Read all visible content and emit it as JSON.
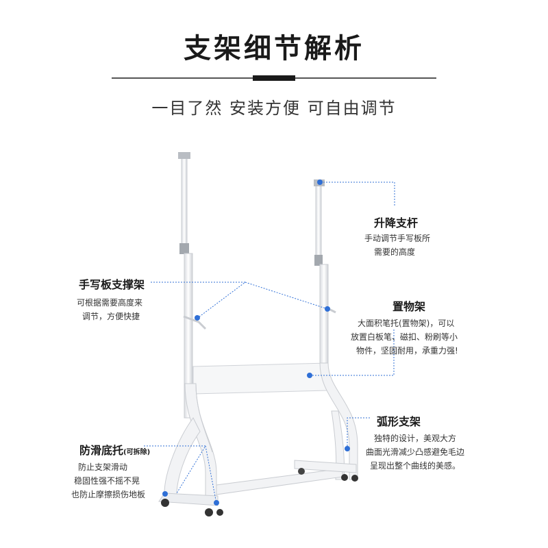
{
  "header": {
    "title": "支架细节解析",
    "subtitle": "一目了然 安装方便 可自由调节"
  },
  "callouts": {
    "lift_pole": {
      "title": "升降支杆",
      "desc_lines": [
        "手动调节手写板所",
        "需要的高度"
      ]
    },
    "board_support": {
      "title": "手写板支撑架",
      "desc_lines": [
        "可根据需要高度来",
        "调节，方便快捷"
      ]
    },
    "tray": {
      "title": "置物架",
      "desc_lines": [
        "大面积笔托(置物架)，可以",
        "放置白板笔、磁扣、粉刷等小",
        "物件，坚固耐用，承重力强!"
      ]
    },
    "arc_frame": {
      "title": "弧形支架",
      "desc_lines": [
        "独特的设计，美观大方",
        "曲面光滑减少凸感避免毛边",
        "呈现出整个曲线的美感。"
      ]
    },
    "base": {
      "title": "防滑底托",
      "title_note": "(可拆除)",
      "desc_lines": [
        "防止支架滑动",
        "稳固性强不摇不晃",
        "也防止摩擦损伤地板"
      ]
    }
  },
  "colors": {
    "accent_blue": "#2f6fd6",
    "frame_white": "#f2f3f5",
    "frame_outline": "#c9ccd1",
    "joint_gray": "#9aa0a6"
  }
}
